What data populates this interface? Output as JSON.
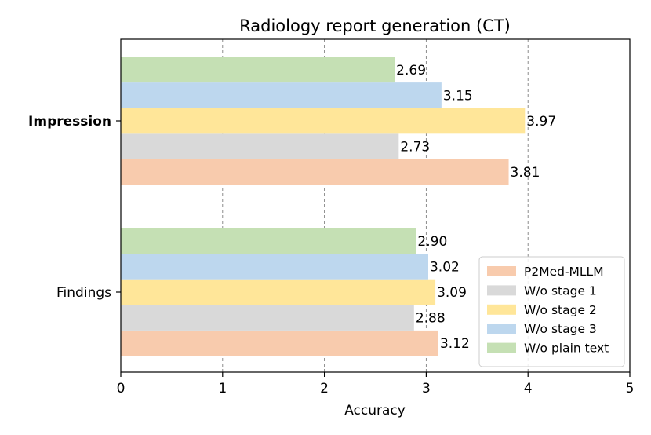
{
  "chart_data": {
    "type": "bar",
    "orientation": "horizontal",
    "title": "Radiology report generation (CT)",
    "xlabel": "Accuracy",
    "ylabel": "",
    "xlim": [
      0,
      5
    ],
    "xticks": [
      "0",
      "1",
      "2",
      "3",
      "4",
      "5"
    ],
    "categories": [
      "Impression",
      "Findings"
    ],
    "category_bold": [
      true,
      false
    ],
    "grid": "x-dashed",
    "legend_position": "lower-right",
    "series": [
      {
        "name": "P2Med-MLLM",
        "color": "#f8cbad",
        "values": [
          3.81,
          3.12
        ],
        "labels": [
          "3.81",
          "3.12"
        ]
      },
      {
        "name": "W/o stage 1",
        "color": "#d9d9d9",
        "values": [
          2.73,
          2.88
        ],
        "labels": [
          "2.73",
          "2.88"
        ]
      },
      {
        "name": "W/o stage 2",
        "color": "#ffe699",
        "values": [
          3.97,
          3.09
        ],
        "labels": [
          "3.97",
          "3.09"
        ]
      },
      {
        "name": "W/o stage 3",
        "color": "#bdd7ee",
        "values": [
          3.15,
          3.02
        ],
        "labels": [
          "3.15",
          "3.02"
        ]
      },
      {
        "name": "W/o plain text",
        "color": "#c5e0b4",
        "values": [
          2.69,
          2.9
        ],
        "labels": [
          "2.69",
          "2.90"
        ]
      }
    ]
  }
}
